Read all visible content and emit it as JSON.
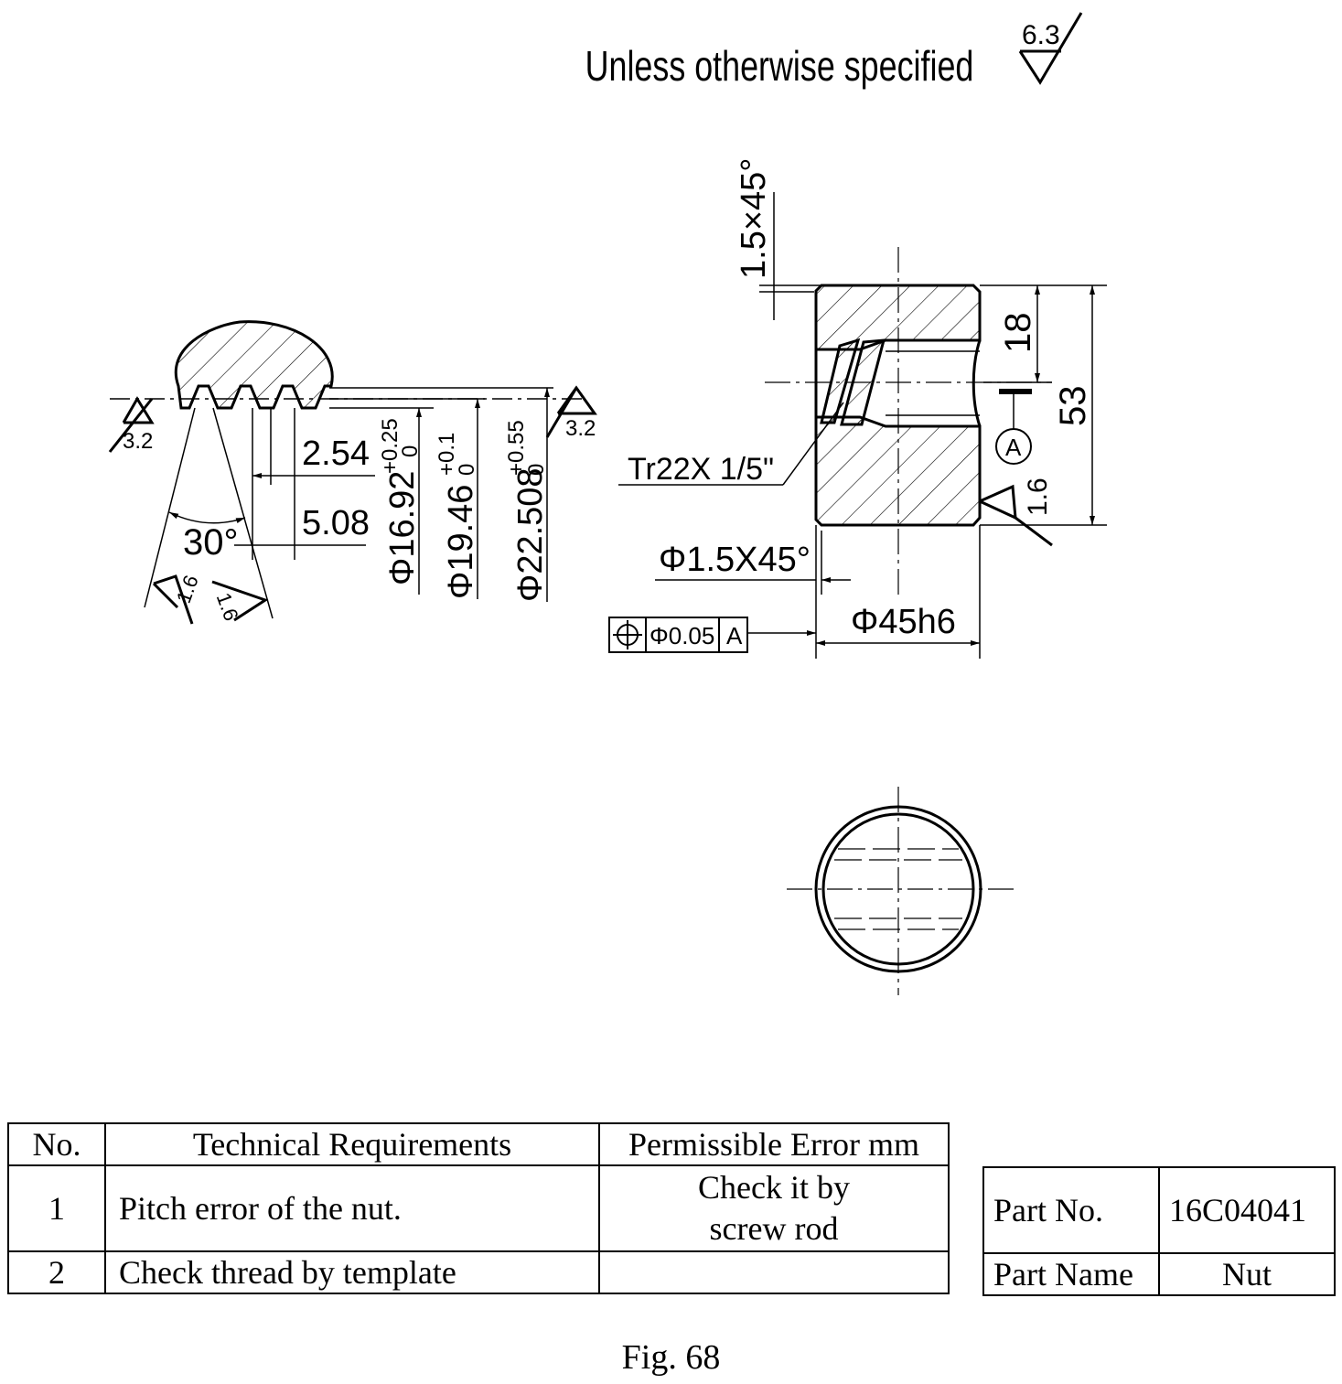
{
  "header": {
    "note": "Unless otherwise specified",
    "roughness": "6.3"
  },
  "thread_detail": {
    "roughness_left": "3.2",
    "roughness_right": "3.2",
    "roughness_flank_left": "1.6",
    "roughness_flank_right": "1.6",
    "angle": "30°",
    "dim_half_pitch": "2.54",
    "dim_pitch": "5.08",
    "dim_minor": "Φ16.92",
    "tol_minor_upper": "+0.25",
    "tol_minor_lower": "0",
    "dim_pitch_dia": "Φ19.46",
    "tol_pitch_upper": "+0.1",
    "tol_pitch_lower": "0",
    "dim_major": "Φ22.508",
    "tol_major_upper": "+0.55",
    "tol_major_lower": "0"
  },
  "section_view": {
    "chamfer_top": "1.5×45°",
    "dim_18": "18",
    "dim_53": "53",
    "thread_callout": "Tr22X 1/5\"",
    "datum": "A",
    "roughness_face": "1.6",
    "chamfer_bottom": "Φ1.5X45°",
    "dim_diameter": "Φ45h6",
    "fcf_tolerance": "Φ0.05",
    "fcf_datum": "A"
  },
  "requirements_table": {
    "headers": [
      "No.",
      "Technical Requirements",
      "Permissible Error mm"
    ],
    "rows": [
      {
        "no": "1",
        "requirement": "Pitch error of the nut.",
        "error_line1": "Check it by",
        "error_line2": "screw rod"
      },
      {
        "no": "2",
        "requirement": "Check thread by template",
        "error_line1": "",
        "error_line2": ""
      }
    ]
  },
  "part_table": {
    "part_no_label": "Part No.",
    "part_no": "16C04041",
    "part_name_label": "Part Name",
    "part_name": "Nut"
  },
  "caption": "Fig. 68"
}
